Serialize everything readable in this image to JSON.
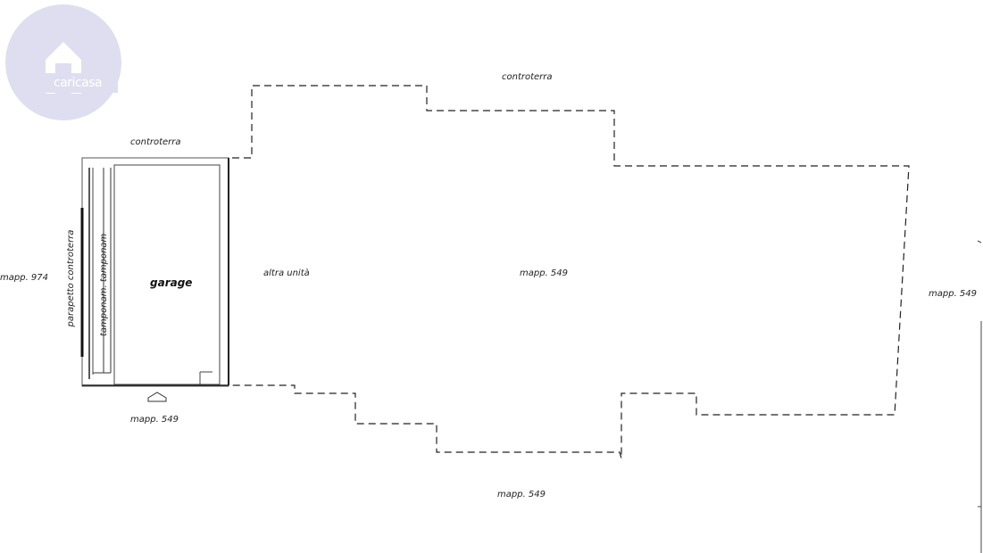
{
  "logo": {
    "text": "caricasa",
    "color": "#d9d9ec"
  },
  "labels": {
    "controterra_top": "controterra",
    "controterra_garage": "controterra",
    "mapp_974": "mapp. 974",
    "parapetto_controterra": "parapetto controterra",
    "tamponamento": "tamponam. tamponam",
    "garage": "garage",
    "altra_unita": "altra unità",
    "mapp_549_center": "mapp. 549",
    "mapp_549_right": "mapp. 549",
    "mapp_549_below_garage": "mapp. 549",
    "mapp_549_bottom": "mapp. 549"
  }
}
